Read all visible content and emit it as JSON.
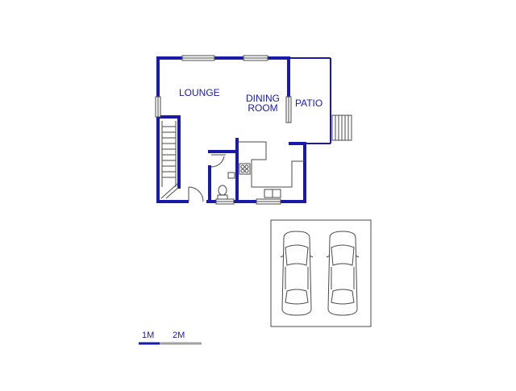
{
  "rooms": {
    "lounge": "LOUNGE",
    "dining_line1": "DINING",
    "dining_line2": "ROOM",
    "patio": "PATIO"
  },
  "scale_bar": {
    "label_1": "1M",
    "label_2": "2M"
  },
  "colors": {
    "wall": "#1a1aa8",
    "thin_line": "#4a4a4a",
    "scale_grey": "#a0a0a0"
  }
}
